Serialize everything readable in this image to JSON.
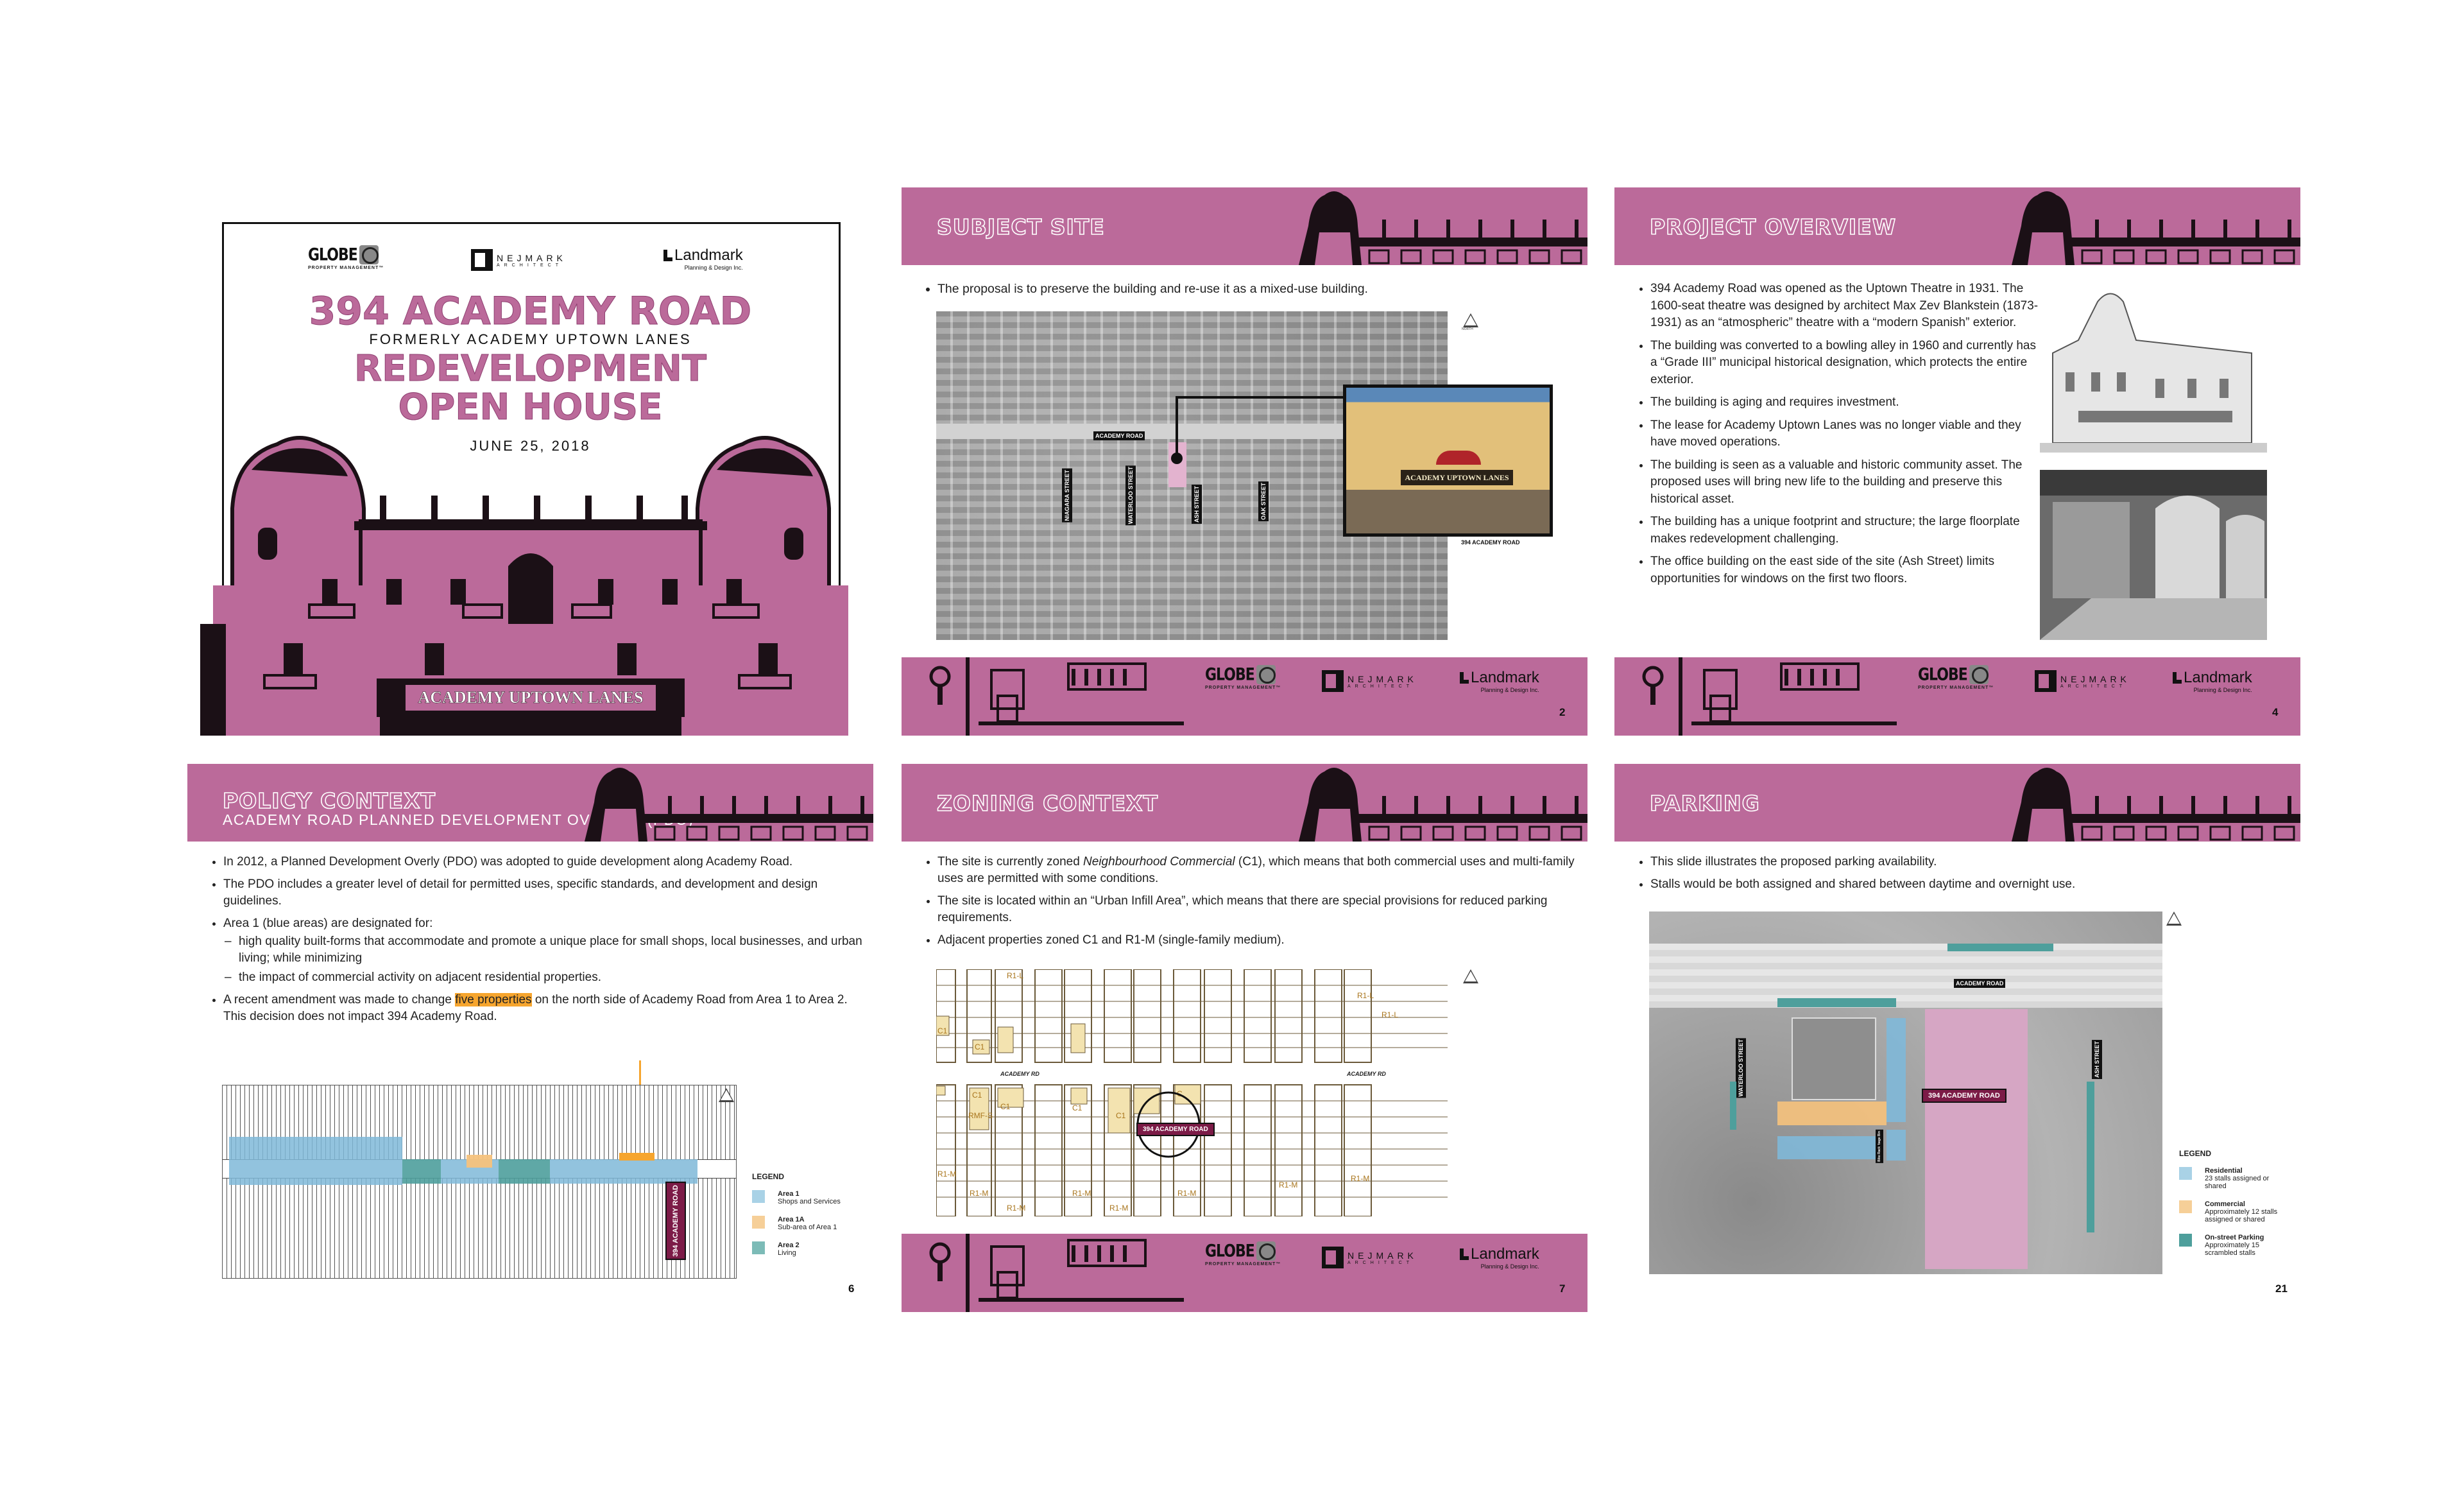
{
  "colors": {
    "brand_pink": "#bb6a9a",
    "maroon": "#7c1b47",
    "area1_blue": "#7fb8d8",
    "area1a_orange": "#f6c27c",
    "area2_teal": "#4e9f9c",
    "highlight": "#f6a52e",
    "zoning_beige": "#f3e3b0"
  },
  "logos": {
    "globe": "GLOBE",
    "globe_sub": "PROPERTY MANAGEMENT™",
    "nejmark": "NEJMARK",
    "nejmark_sub": "ARCHITECT",
    "landmark": "Landmark",
    "landmark_sub": "Planning & Design Inc."
  },
  "title_slide": {
    "line1": "394 ACADEMY ROAD",
    "line2": "FORMERLY ACADEMY UPTOWN LANES",
    "line3": "REDEVELOPMENT",
    "line4": "OPEN HOUSE",
    "date": "JUNE 25, 2018",
    "marquee": "ACADEMY UPTOWN LANES"
  },
  "subject_site": {
    "title": "SUBJECT SITE",
    "bullets": [
      "The proposal is to preserve the building and re-use it as a mixed-use building."
    ],
    "map_labels": {
      "road": "ACADEMY ROAD",
      "streets": [
        "NIAGARA STREET",
        "WATERLOO STREET",
        "ASH STREET",
        "OAK STREET"
      ]
    },
    "photo_sign": "ACADEMY UPTOWN LANES",
    "photo_caption": "394 ACADEMY ROAD",
    "page": "2"
  },
  "project_overview": {
    "title": "PROJECT OVERVIEW",
    "bullets": [
      "394 Academy Road was opened as the Uptown Theatre in 1931. The 1600-seat theatre was designed by architect Max Zev Blankstein (1873-1931) as an “atmospheric” theatre with a “modern Spanish” exterior.",
      "The building was converted to a bowling alley in 1960 and currently has a “Grade III” municipal historical designation, which protects the entire exterior.",
      "The building is aging and requires investment.",
      "The lease for Academy Uptown Lanes was no longer viable and they have moved operations.",
      "The building is seen as a valuable and historic community asset. The proposed uses will bring new life to the building and preserve this historical asset.",
      "The building has a unique footprint and structure; the large floorplate makes redevelopment challenging.",
      "The office building on the east side of the site (Ash Street) limits opportunities for windows on the first two floors."
    ],
    "page": "4"
  },
  "policy_context": {
    "title": "POLICY CONTEXT",
    "subtitle": "ACADEMY ROAD PLANNED DEVELOPMENT OVERLAY (PDO)",
    "bullets": [
      "In 2012, a Planned Development Overly (PDO) was adopted to guide development along Academy Road.",
      "The PDO includes a greater level of detail for permitted uses, specific standards, and development and design guidelines.",
      "Area 1 (blue areas) are designated for:"
    ],
    "sub_bullets": [
      "high quality built-forms that accommodate and promote a unique place for small shops, local businesses, and urban living; while minimizing",
      "the impact of commercial activity on adjacent residential properties."
    ],
    "last_bullet": {
      "before": "A recent amendment was made to change ",
      "highlight": "five properties",
      "after": " on the north side of Academy Road from Area 1 to Area 2. This decision does not impact 394 Academy Road."
    },
    "map_label": "394 ACADEMY ROAD",
    "legend": {
      "title": "LEGEND",
      "items": [
        {
          "name": "Area 1",
          "desc": "Shops and Services"
        },
        {
          "name": "Area 1A",
          "desc": "Sub-area of Area 1"
        },
        {
          "name": "Area 2",
          "desc": "Living"
        }
      ]
    },
    "page": "6"
  },
  "zoning_context": {
    "title": "ZONING CONTEXT",
    "bullets_html": [
      {
        "before": "The site is currently zoned ",
        "italic": "Neighbourhood Commercial",
        "after": " (C1), which means that both commercial uses and multi-family uses are permitted with some conditions."
      },
      {
        "before": "The site is located within an “Urban Infill Area”, which means that there are special provisions for reduced parking requirements.",
        "italic": "",
        "after": ""
      },
      {
        "before": "Adjacent properties zoned C1 and R1-M (single-family medium).",
        "italic": "",
        "after": ""
      }
    ],
    "map_labels": {
      "road": "ACADEMY   RD",
      "site": "394 ACADEMY ROAD",
      "zones": [
        "R1-L",
        "R1-L",
        "R1-L",
        "C1",
        "C1",
        "C1",
        "C1",
        "C1",
        "RMF-S",
        "C1",
        "C",
        "R1-M",
        "R1-M",
        "R1-M",
        "R1-M",
        "R1-M",
        "R1-M",
        "R1-M",
        "R1-M"
      ]
    },
    "page": "7"
  },
  "parking": {
    "title": "PARKING",
    "bullets": [
      "This slide illustrates the proposed parking availability.",
      "Stalls would be both assigned and shared between daytime and overnight use."
    ],
    "map_labels": {
      "road": "ACADEMY ROAD",
      "streets": [
        "WATERLOO STREET",
        "ASH STREET"
      ],
      "site": "394 ACADEMY ROAD",
      "small": [
        "Garbage Bin",
        "Bike Rack"
      ]
    },
    "legend": {
      "title": "LEGEND",
      "items": [
        {
          "name": "Residential",
          "desc": "23 stalls assigned or shared"
        },
        {
          "name": "Commercial",
          "desc": "Approximately 12 stalls assigned or shared"
        },
        {
          "name": "On-street Parking",
          "desc": "Approximately 15 scrambled stalls"
        }
      ]
    },
    "page": "21"
  },
  "north_label": "NORTH"
}
